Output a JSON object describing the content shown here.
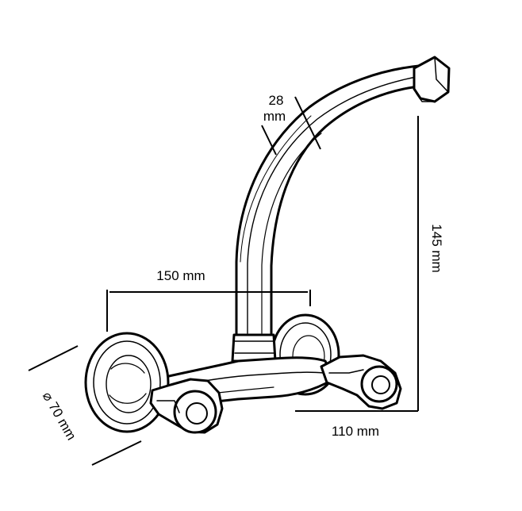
{
  "dimensions": {
    "spout_diameter_value": "28",
    "spout_diameter_unit": "mm",
    "spout_height": "145 mm",
    "centre_distance": "150 mm",
    "projection": "110 mm",
    "flange_diameter": "⌀ 70 mm"
  },
  "colors": {
    "ink": "#000000",
    "background": "#ffffff"
  }
}
